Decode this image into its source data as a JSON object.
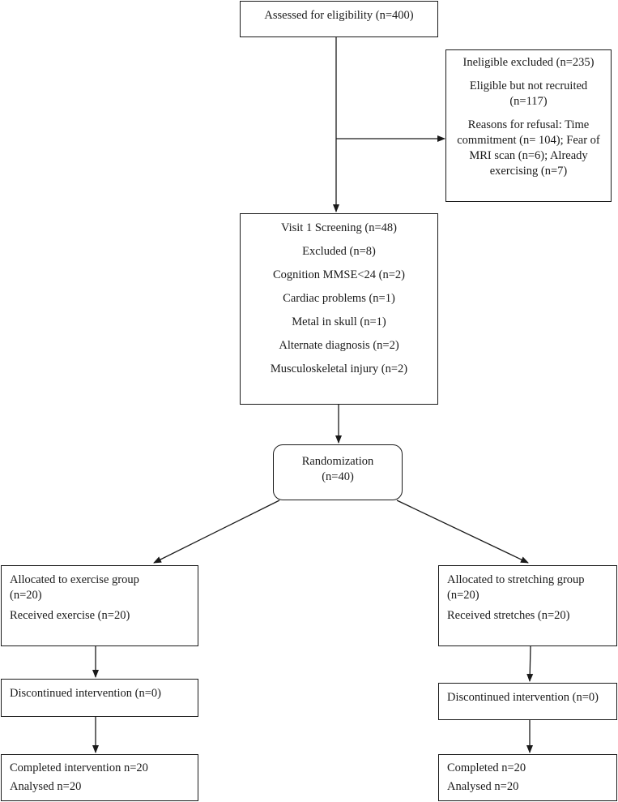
{
  "enrollment": {
    "assessed": "Assessed for eligibility (n=400)",
    "exclusion": {
      "ineligible": "Ineligible excluded (n=235)",
      "not_recruited": "Eligible but not recruited (n=117)",
      "refusal": "Reasons for refusal: Time commitment (n= 104); Fear of MRI scan (n=6); Already exercising (n=7)"
    }
  },
  "screening": {
    "title": "Visit 1 Screening (n=48)",
    "excluded": "Excluded (n=8)",
    "reasons": [
      "Cognition MMSE<24 (n=2)",
      "Cardiac problems (n=1)",
      "Metal in skull (n=1)",
      "Alternate diagnosis (n=2)",
      "Musculoskeletal injury (n=2)"
    ]
  },
  "randomization": {
    "label": "Randomization",
    "count": "(n=40)"
  },
  "exercise_arm": {
    "allocated": "Allocated to exercise group (n=20)",
    "received": "Received exercise (n=20)",
    "discontinued": "Discontinued intervention (n=0)",
    "completed": "Completed intervention n=20",
    "analysed": "Analysed n=20"
  },
  "stretching_arm": {
    "allocated": "Allocated to stretching group (n=20)",
    "received": "Received stretches (n=20)",
    "discontinued": "Discontinued intervention (n=0)",
    "completed": "Completed n=20",
    "analysed": "Analysed n=20"
  },
  "colors": {
    "stroke": "#1a1a1a",
    "background": "#ffffff"
  }
}
